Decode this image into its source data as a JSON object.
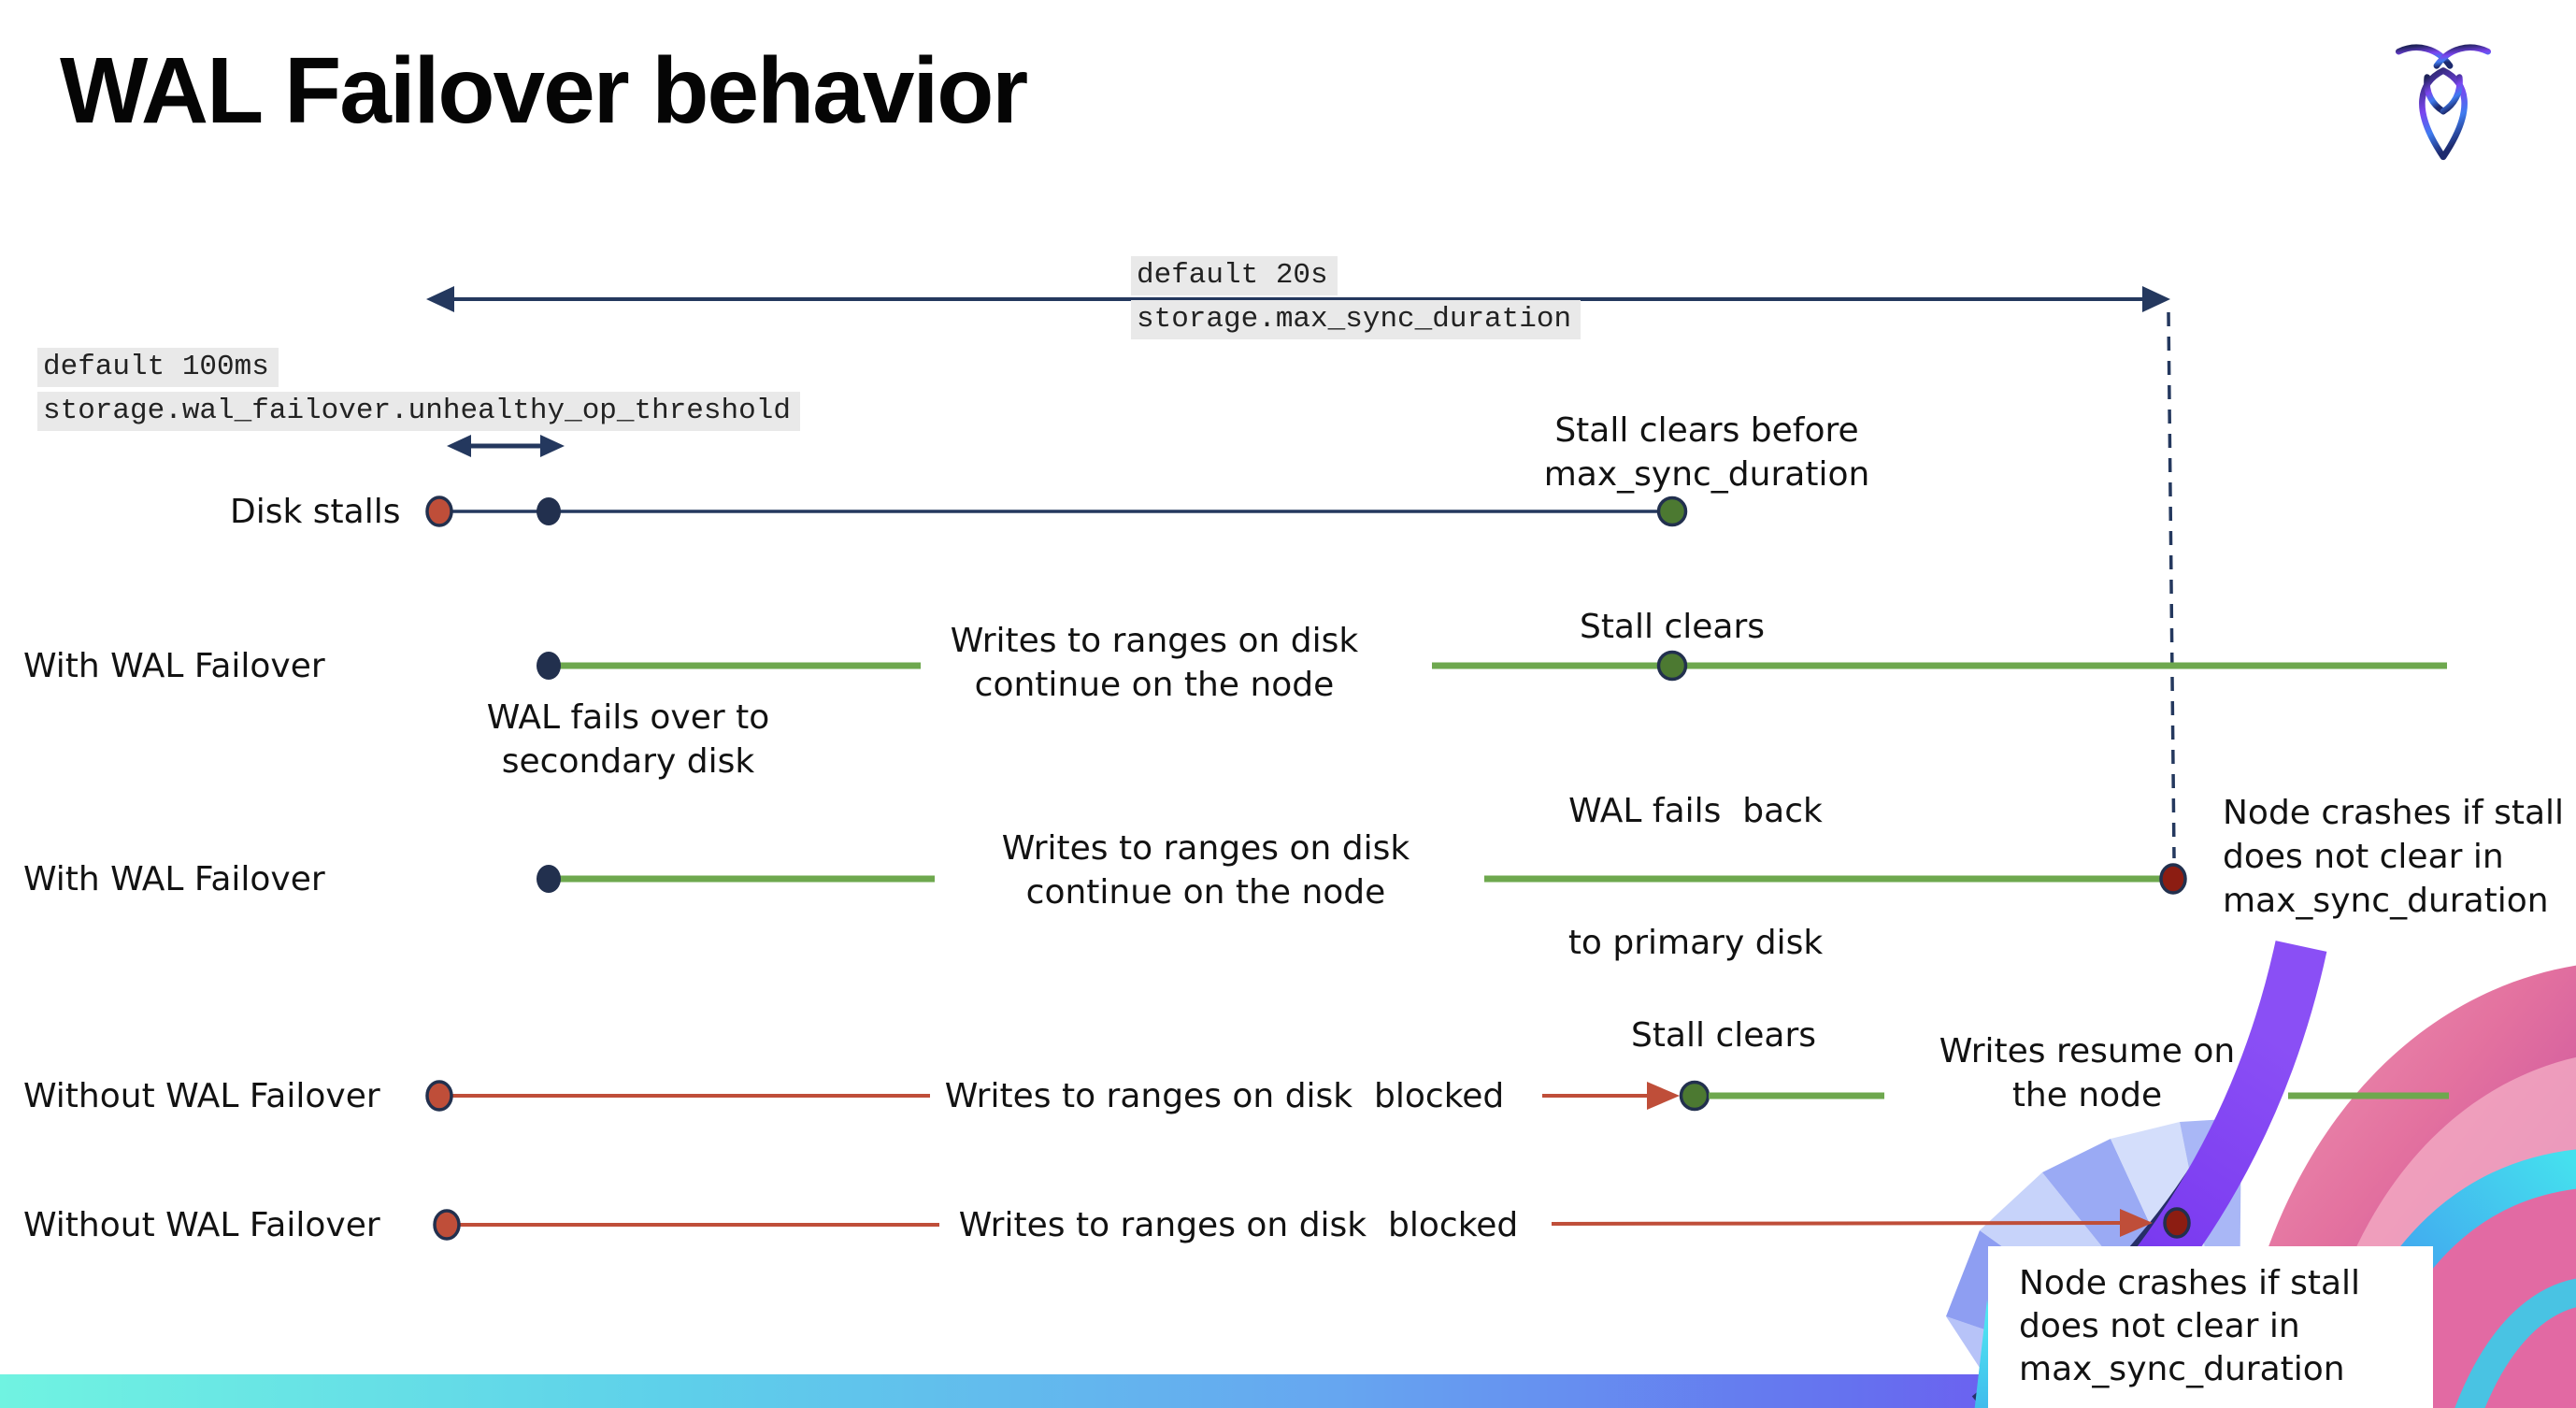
{
  "title": "WAL Failover behavior",
  "logo": {
    "name": "cockroachdb-logo"
  },
  "settings": {
    "max_sync_duration": {
      "default": "default 20s",
      "name": "storage.max_sync_duration"
    },
    "unhealthy_op_threshold": {
      "default": "default 100ms",
      "name": "storage.wal_failover.unhealthy_op_threshold"
    }
  },
  "rows": {
    "disk_stalls": {
      "label": "Disk stalls"
    },
    "with_wal_1": {
      "label": "With WAL Failover"
    },
    "with_wal_2": {
      "label": "With WAL Failover"
    },
    "without_wal_1": {
      "label": "Without WAL Failover"
    },
    "without_wal_2": {
      "label": "Without WAL Failover"
    }
  },
  "annotations": {
    "stall_clears_before": {
      "line1": "Stall clears before",
      "line2": "max_sync_duration"
    },
    "wal_fails_over": {
      "line1": "WAL fails over to",
      "line2": "secondary disk"
    },
    "writes_continue_1": {
      "line1": "Writes to ranges on disk",
      "line2": "continue on the node"
    },
    "stall_clears_top": "Stall clears",
    "wal_fails_back": {
      "line1": "WAL fails  back",
      "line2": "to primary disk"
    },
    "writes_continue_2": {
      "line1": "Writes to ranges on disk",
      "line2": "continue on the node"
    },
    "node_crashes_1": {
      "line1": "Node crashes if stall",
      "line2": "does not clear in",
      "line3": "max_sync_duration"
    },
    "writes_blocked_1": "Writes to ranges on disk  blocked",
    "stall_clears_bottom": "Stall clears",
    "writes_resume": {
      "line1": "Writes resume on",
      "line2": "the node"
    },
    "writes_blocked_2": "Writes to ranges on disk  blocked",
    "node_crashes_2": {
      "line1": "Node crashes if stall",
      "line2": "does not clear in",
      "line3": "max_sync_duration"
    }
  },
  "colors": {
    "navy_line": "#24385e",
    "navy_dot": "#22304e",
    "green_line": "#6ea84e",
    "green_dot": "#4c7931",
    "red": "#bf4e39",
    "dark_red": "#8c1d12",
    "code_label_bg": "#e9e9e9",
    "bar_gradient": [
      "#70f3e1",
      "#66a6f0",
      "#6d2de9"
    ],
    "art_palette": [
      "#e3719f",
      "#bb41a0",
      "#7b45f0",
      "#3fd6ec",
      "#aab6f6"
    ]
  }
}
